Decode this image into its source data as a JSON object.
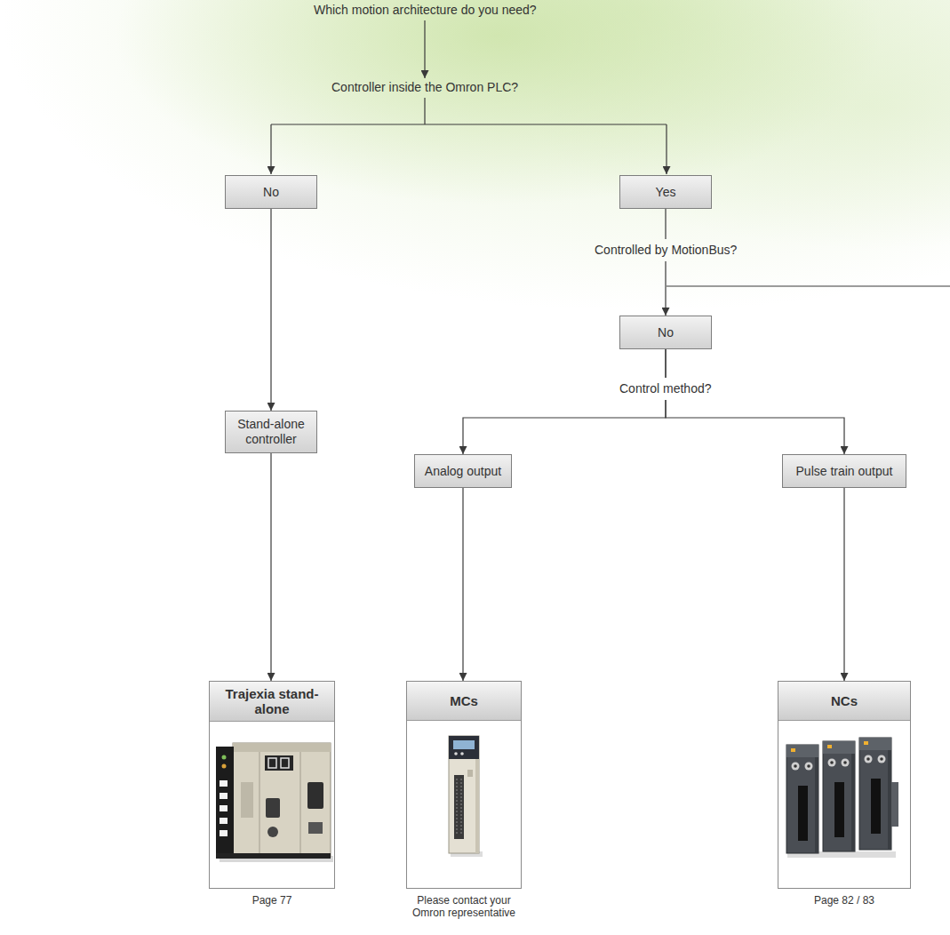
{
  "diagram": {
    "title": "Which motion architecture do you need?",
    "nodes": [
      {
        "text": [
          "No"
        ]
      },
      {
        "text": [
          "Yes"
        ]
      },
      {
        "text": [
          "No"
        ]
      },
      {
        "text": [
          "Stand-alone controller"
        ]
      },
      {
        "text": [
          "Analog output"
        ]
      },
      {
        "text": [
          "Pulse train output"
        ]
      },
      {
        "text": [
          "Trajexia stand-alone",
          "Page 77"
        ]
      },
      {
        "text": [
          "MCs",
          "Please contact your Omron representative"
        ]
      },
      {
        "text": [
          "NCs",
          "Page 82 / 83"
        ]
      }
    ],
    "edges": [
      {
        "from": 0,
        "to": 3,
        "arrow": "to"
      },
      {
        "from": 1,
        "to": 2,
        "label": "Controlled by MotionBus?",
        "arrow": "to"
      },
      {
        "from": 2,
        "to": 4,
        "arrow": "to"
      },
      {
        "from": 2,
        "to": 5,
        "arrow": "to"
      },
      {
        "from": 3,
        "to": 6,
        "arrow": "to"
      },
      {
        "from": 4,
        "to": 7,
        "arrow": "to"
      },
      {
        "from": 5,
        "to": 8,
        "arrow": "to"
      }
    ],
    "labels": [
      "Controller inside the Omron PLC?",
      "Control method?"
    ]
  }
}
